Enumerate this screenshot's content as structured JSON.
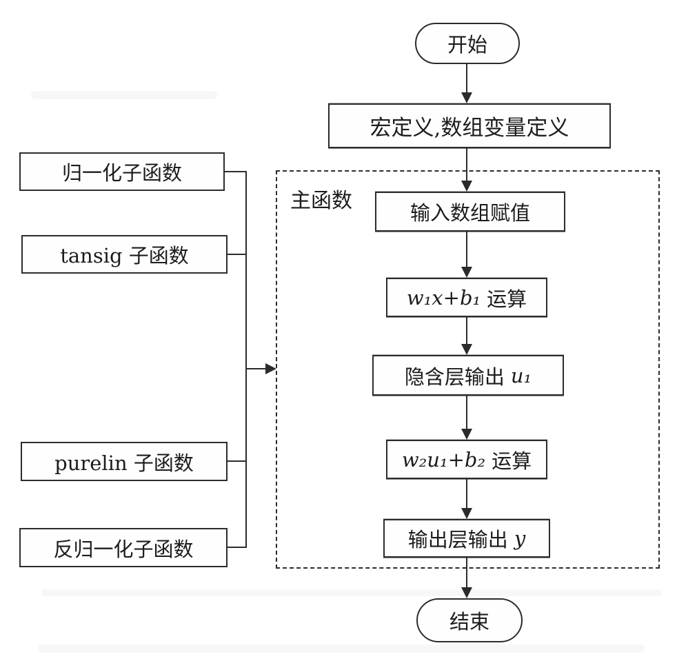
{
  "figure": {
    "background": "#ffffff",
    "line_color": "#2b2b2b",
    "text_color": "#1c1c1c"
  },
  "flow": {
    "start_label": "开始",
    "macro_label": "宏定义,数组变量定义",
    "main_region_label": "主函数",
    "input_label": "输入数组赋值",
    "w1_formula": "w₁x+b₁",
    "w1_suffix": "运算",
    "hidden_prefix": "隐含层输出",
    "hidden_var": "u₁",
    "w2_formula": "w₂u₁+b₂",
    "w2_suffix": "运算",
    "output_prefix": "输出层输出",
    "output_var": "y",
    "end_label": "结束"
  },
  "subfunctions": [
    {
      "label": "归一化子函数"
    },
    {
      "label": "tansig 子函数"
    },
    {
      "label": "purelin 子函数"
    },
    {
      "label": "反归一化子函数"
    }
  ]
}
